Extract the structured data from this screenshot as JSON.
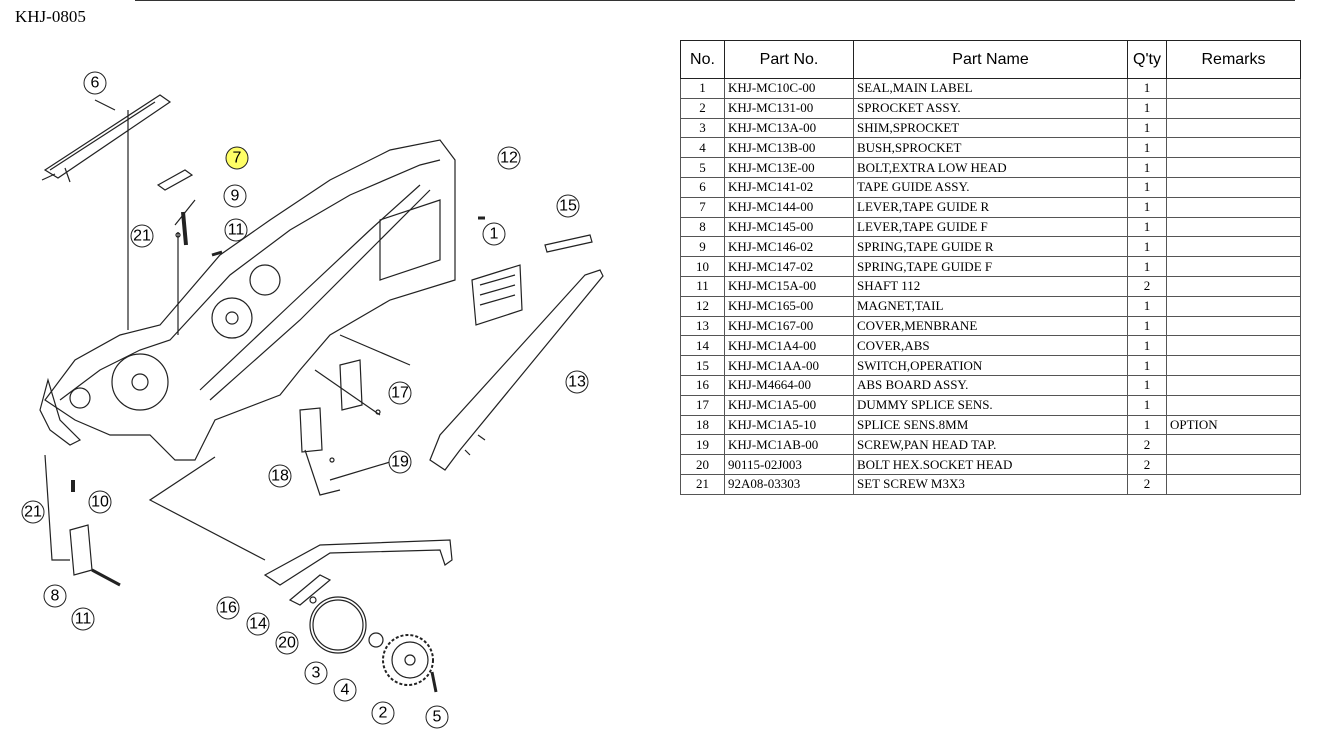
{
  "document": {
    "id": "KHJ-0805"
  },
  "table": {
    "headers": {
      "no": "No.",
      "part_no": "Part No.",
      "part_name": "Part Name",
      "qty": "Q'ty",
      "remarks": "Remarks"
    },
    "rows": [
      {
        "no": "1",
        "part_no": "KHJ-MC10C-00",
        "part_name": "SEAL,MAIN LABEL",
        "qty": "1",
        "remarks": ""
      },
      {
        "no": "2",
        "part_no": "KHJ-MC131-00",
        "part_name": "SPROCKET ASSY.",
        "qty": "1",
        "remarks": ""
      },
      {
        "no": "3",
        "part_no": "KHJ-MC13A-00",
        "part_name": "SHIM,SPROCKET",
        "qty": "1",
        "remarks": ""
      },
      {
        "no": "4",
        "part_no": "KHJ-MC13B-00",
        "part_name": "BUSH,SPROCKET",
        "qty": "1",
        "remarks": ""
      },
      {
        "no": "5",
        "part_no": "KHJ-MC13E-00",
        "part_name": "BOLT,EXTRA LOW HEAD",
        "qty": "1",
        "remarks": ""
      },
      {
        "no": "6",
        "part_no": "KHJ-MC141-02",
        "part_name": "TAPE GUIDE ASSY.",
        "qty": "1",
        "remarks": ""
      },
      {
        "no": "7",
        "part_no": "KHJ-MC144-00",
        "part_name": "LEVER,TAPE GUIDE R",
        "qty": "1",
        "remarks": ""
      },
      {
        "no": "8",
        "part_no": "KHJ-MC145-00",
        "part_name": "LEVER,TAPE GUIDE F",
        "qty": "1",
        "remarks": ""
      },
      {
        "no": "9",
        "part_no": "KHJ-MC146-02",
        "part_name": "SPRING,TAPE GUIDE R",
        "qty": "1",
        "remarks": ""
      },
      {
        "no": "10",
        "part_no": "KHJ-MC147-02",
        "part_name": "SPRING,TAPE GUIDE F",
        "qty": "1",
        "remarks": ""
      },
      {
        "no": "11",
        "part_no": "KHJ-MC15A-00",
        "part_name": "SHAFT 112",
        "qty": "2",
        "remarks": ""
      },
      {
        "no": "12",
        "part_no": "KHJ-MC165-00",
        "part_name": "MAGNET,TAIL",
        "qty": "1",
        "remarks": ""
      },
      {
        "no": "13",
        "part_no": "KHJ-MC167-00",
        "part_name": "COVER,MENBRANE",
        "qty": "1",
        "remarks": ""
      },
      {
        "no": "14",
        "part_no": "KHJ-MC1A4-00",
        "part_name": "COVER,ABS",
        "qty": "1",
        "remarks": ""
      },
      {
        "no": "15",
        "part_no": "KHJ-MC1AA-00",
        "part_name": "SWITCH,OPERATION",
        "qty": "1",
        "remarks": ""
      },
      {
        "no": "16",
        "part_no": "KHJ-M4664-00",
        "part_name": "ABS BOARD ASSY.",
        "qty": "1",
        "remarks": ""
      },
      {
        "no": "17",
        "part_no": "KHJ-MC1A5-00",
        "part_name": "DUMMY SPLICE SENS.",
        "qty": "1",
        "remarks": ""
      },
      {
        "no": "18",
        "part_no": "KHJ-MC1A5-10",
        "part_name": "SPLICE SENS.8MM",
        "qty": "1",
        "remarks": "OPTION"
      },
      {
        "no": "19",
        "part_no": "KHJ-MC1AB-00",
        "part_name": "SCREW,PAN HEAD TAP.",
        "qty": "2",
        "remarks": ""
      },
      {
        "no": "20",
        "part_no": "90115-02J003",
        "part_name": "BOLT HEX.SOCKET HEAD",
        "qty": "2",
        "remarks": ""
      },
      {
        "no": "21",
        "part_no": "92A08-03303",
        "part_name": "SET SCREW  M3X3",
        "qty": "2",
        "remarks": ""
      }
    ]
  },
  "diagram": {
    "highlight_color": "#ffff66",
    "highlighted_callout": "7",
    "callouts": [
      "6",
      "7",
      "9",
      "21",
      "11",
      "12",
      "1",
      "15",
      "17",
      "13",
      "18",
      "19",
      "10",
      "21",
      "8",
      "11",
      "16",
      "14",
      "20",
      "3",
      "4",
      "2",
      "5"
    ]
  }
}
